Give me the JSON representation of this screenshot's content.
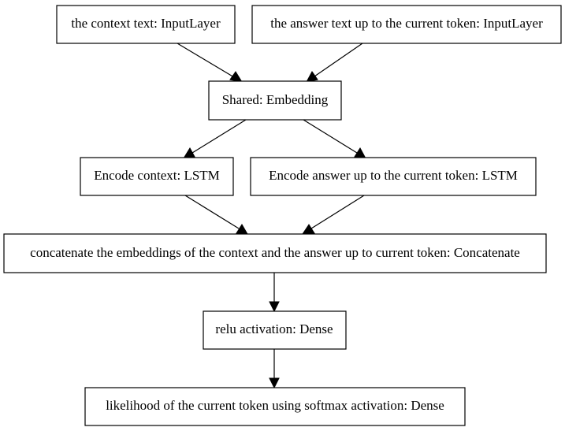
{
  "nodes": {
    "context_input": "the context text: InputLayer",
    "answer_input": "the answer text up to the current token: InputLayer",
    "shared_embedding": "Shared: Embedding",
    "encode_context": "Encode context: LSTM",
    "encode_answer": "Encode answer up to the current token: LSTM",
    "concatenate": "concatenate the embeddings of the context and the answer up to current token: Concatenate",
    "relu_dense": "relu activation: Dense",
    "softmax_dense": "likelihood of the current token using softmax activation: Dense"
  },
  "edges": [
    {
      "from": "context_input",
      "to": "shared_embedding"
    },
    {
      "from": "answer_input",
      "to": "shared_embedding"
    },
    {
      "from": "shared_embedding",
      "to": "encode_context"
    },
    {
      "from": "shared_embedding",
      "to": "encode_answer"
    },
    {
      "from": "encode_context",
      "to": "concatenate"
    },
    {
      "from": "encode_answer",
      "to": "concatenate"
    },
    {
      "from": "concatenate",
      "to": "relu_dense"
    },
    {
      "from": "relu_dense",
      "to": "softmax_dense"
    }
  ]
}
